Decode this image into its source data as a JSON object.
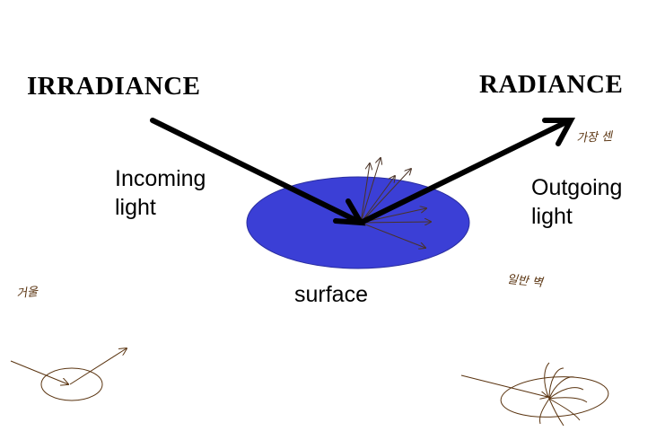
{
  "labels": {
    "irradiance": "IRRADIANCE",
    "radiance": "RADIANCE",
    "incoming_line1": "Incoming",
    "incoming_line2": "light",
    "outgoing_line1": "Outgoing",
    "outgoing_line2": "light",
    "surface": "surface"
  },
  "handwritten_notes": {
    "strongest": "가장 센",
    "mirror": "거울",
    "general_wall": "일반 벽"
  },
  "colors": {
    "surface_fill": "#3b3fd6",
    "arrow": "#000000",
    "sketch": "#5a3410",
    "thin_rays": "#4a3326"
  }
}
